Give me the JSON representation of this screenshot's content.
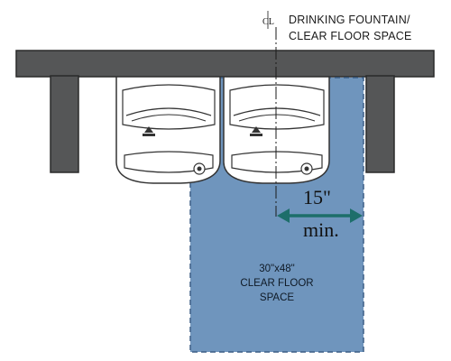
{
  "centerline": {
    "symbol": "CL"
  },
  "callout": {
    "line1": "DRINKING FOUNTAIN/",
    "line2": "CLEAR FLOOR SPACE"
  },
  "dimension": {
    "value": "15\"",
    "qualifier": "min."
  },
  "clear_floor_space": {
    "line1": "30\"x48\"",
    "line2": "CLEAR FLOOR",
    "line3": "SPACE"
  },
  "colors": {
    "wall": "#555657",
    "clear_space_fill": "#6f95bd",
    "clear_space_edge": "#3d5f86",
    "dimension_arrow": "#1d6e6a",
    "fountain_fill": "#ffffff",
    "fountain_stroke": "#333333"
  }
}
